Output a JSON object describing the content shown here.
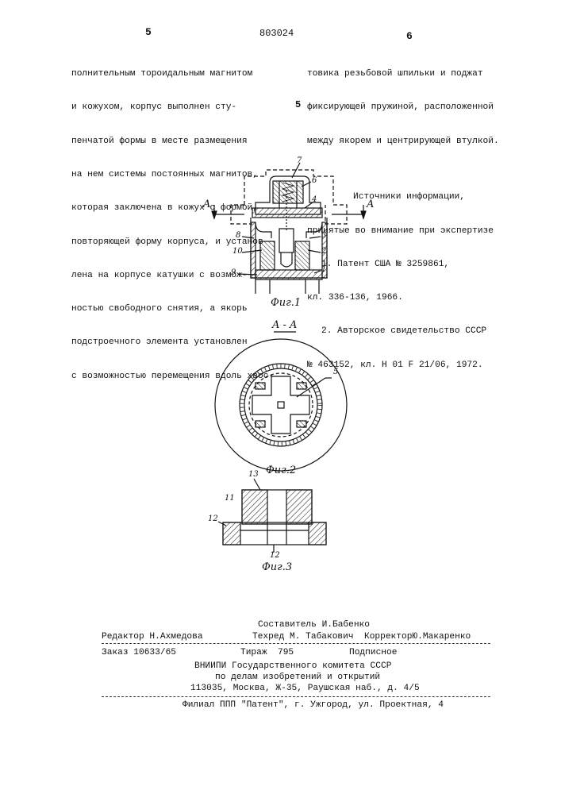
{
  "header": {
    "page_left": "5",
    "patent_number": "803024",
    "page_right": "6"
  },
  "left_column": [
    "полнительным тороидальным магнитом",
    "и кожухом, корпус выполнен сту-",
    "пенчатой формы в месте размещения",
    "на нем системы постоянных магнитов,",
    "которая заключена в кожух с формой,",
    "повторяющей форму корпуса, и установ-",
    "лена на корпусе катушки с возмож-",
    "ностью свободного снятия, а якорь",
    "подстроечного элемента установлен",
    "с возможностью перемещения вдоль хвос-"
  ],
  "right_column": [
    "товика резьбовой шпильки и поджат",
    "фиксирующей пружиной, расположенной",
    "между якорем и центрирующей втулкой.",
    "",
    "Источники информации,",
    "принятые во внимание при экспертизе",
    "1. Патент США № 3259861,",
    "кл. 336-136, 1966.",
    "2. Авторское свидетельство СССР",
    "№ 463152, кл. Н 01 F 21/06, 1972."
  ],
  "line_number_marker": "5",
  "figures": {
    "fig1": {
      "caption": "Фиг.1",
      "section_mark": "A",
      "labels": [
        "7",
        "6",
        "4",
        "8",
        "3",
        "10",
        "2",
        "9",
        "1"
      ]
    },
    "fig2": {
      "section_title": "A - A",
      "caption": "Фиг.2",
      "labels": [
        "5"
      ]
    },
    "fig3": {
      "caption": "Фиг.3",
      "labels": [
        "13",
        "11",
        "12",
        "12"
      ]
    }
  },
  "footer": {
    "composer": "Составитель И.Бабенко",
    "editor": "Редактор Н.Ахмедова",
    "techred_corrector": "Техред М. Табакович  КорректорЮ.Макаренко",
    "order": "Заказ 10633/65",
    "circulation": "Тираж  795",
    "subscription": "Подписное",
    "org_line1": "ВНИИПИ Государственного комитета СССР",
    "org_line2": "по делам изобретений и открытий",
    "org_line3": "113035, Москва, Ж-35, Раушская наб., д. 4/5",
    "branch": "Филиал ППП \"Патент\", г. Ужгород, ул. Проектная, 4"
  }
}
